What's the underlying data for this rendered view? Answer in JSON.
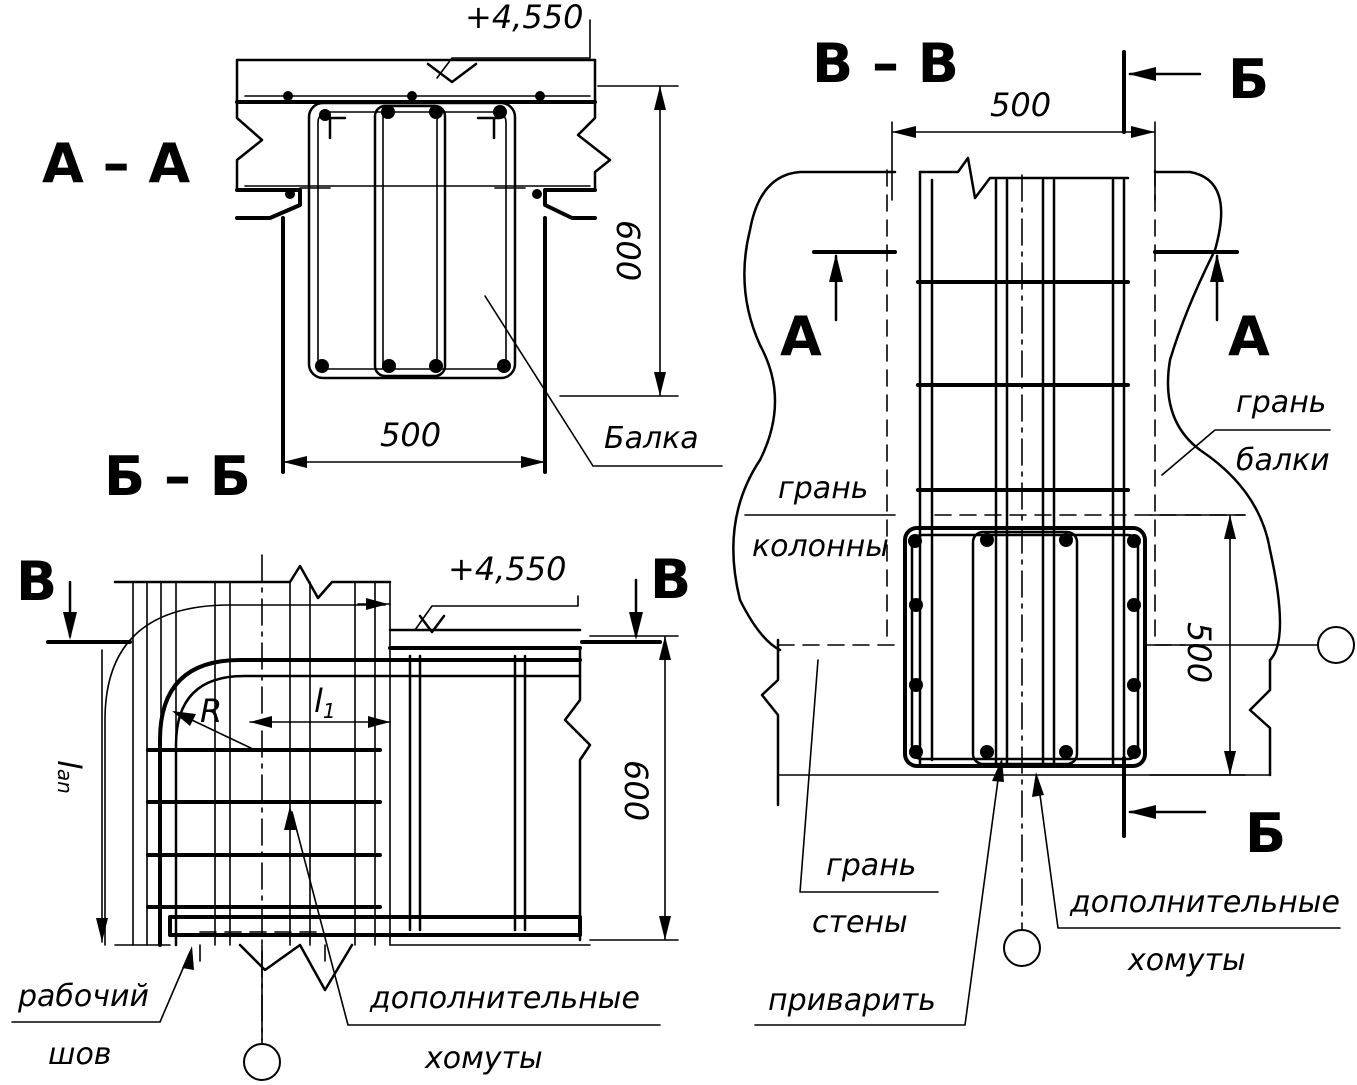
{
  "sections": {
    "aa": "А – А",
    "bb": "Б – Б",
    "vv": "В – В"
  },
  "cut_letters": {
    "a_left": "А",
    "a_right": "А",
    "b_top": "Б",
    "b_bottom": "Б",
    "v_left": "В",
    "v_right": "В"
  },
  "dimensions": {
    "elevation_aa": "+4,550",
    "elevation_bb": "+4,550",
    "height_aa": "600",
    "width_aa": "500",
    "width_vv": "500",
    "height_vv": "500",
    "height_bb": "600",
    "radius": "R",
    "l1": "l",
    "l1_sub": "1",
    "lan": "l",
    "lan_sub": "an"
  },
  "labels": {
    "beam": "Балка",
    "working_seam_1": "рабочий",
    "working_seam_2": "шов",
    "extra_stirrups_bb_1": "дополнительные",
    "extra_stirrups_bb_2": "хомуты",
    "column_face_1": "грань",
    "column_face_2": "колонны",
    "beam_face_1": "грань",
    "beam_face_2": "балки",
    "wall_face_1": "грань",
    "wall_face_2": "стены",
    "weld": "приварить",
    "extra_stirrups_vv_1": "дополнительные",
    "extra_stirrups_vv_2": "хомуты"
  }
}
